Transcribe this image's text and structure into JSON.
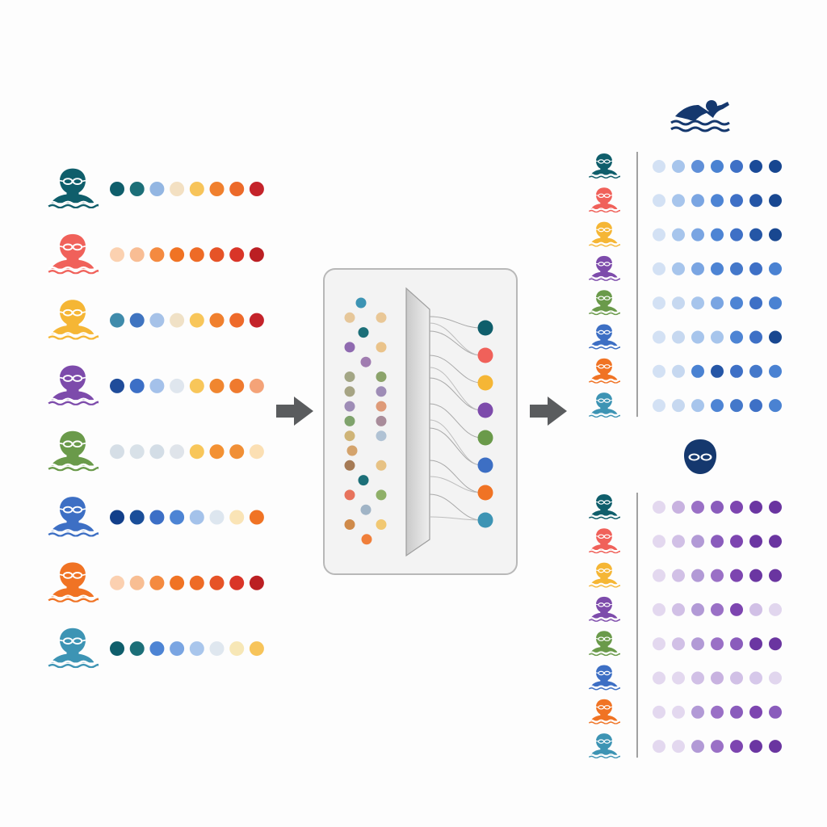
{
  "palette": {
    "teal": "#0f5e6b",
    "coral": "#f0615a",
    "gold": "#f5b635",
    "violet": "#7d4bab",
    "green": "#6a9a4a",
    "blue": "#3d6fc4",
    "orange": "#f07324",
    "cyan": "#3d94b4",
    "arrow": "#5a5c5e",
    "navy": "#15386e",
    "panel_bg": "#f3f3f3",
    "panel_border": "#b8b8b8"
  },
  "input": {
    "swimmers": [
      {
        "icon": "swimmer-avatar-icon",
        "color": "teal",
        "dots": [
          "#0f5e6b",
          "#1c6f78",
          "#93b6e2",
          "#f3e0c2",
          "#f7c45a",
          "#f0802e",
          "#ec6a2a",
          "#c4232a"
        ]
      },
      {
        "icon": "swimmer-avatar-icon",
        "color": "coral",
        "dots": [
          "#fbd1b0",
          "#f8bd94",
          "#f48a40",
          "#f07324",
          "#ee6b26",
          "#e65327",
          "#d93528",
          "#bb1f23"
        ]
      },
      {
        "icon": "swimmer-avatar-icon",
        "color": "gold",
        "dots": [
          "#3f8bab",
          "#3f74c0",
          "#a6c2e8",
          "#f0e1c6",
          "#f8c65a",
          "#f0802e",
          "#ee6a2a",
          "#c4232a"
        ]
      },
      {
        "icon": "swimmer-avatar-icon",
        "color": "violet",
        "dots": [
          "#1f4c9a",
          "#3c6fc6",
          "#a4c1ea",
          "#dfe6ee",
          "#f8c65a",
          "#f0862f",
          "#ef7a2e",
          "#f4a378"
        ]
      },
      {
        "icon": "swimmer-avatar-icon",
        "color": "green",
        "dots": [
          "#d5dee6",
          "#d8e1e8",
          "#d3dde6",
          "#dfe4ea",
          "#f8c65a",
          "#f39133",
          "#f08f36",
          "#fbdfb3"
        ]
      },
      {
        "icon": "swimmer-avatar-icon",
        "color": "blue",
        "dots": [
          "#123f8a",
          "#1a4e99",
          "#3c6fc6",
          "#4d84d4",
          "#a4c2ea",
          "#dde6ef",
          "#fae4b6",
          "#f07324"
        ]
      },
      {
        "icon": "swimmer-avatar-icon",
        "color": "orange",
        "dots": [
          "#fbd0b0",
          "#f8be93",
          "#f48a40",
          "#f07324",
          "#ee6b26",
          "#e65327",
          "#d93528",
          "#bb1f23"
        ]
      },
      {
        "icon": "swimmer-avatar-icon",
        "color": "cyan",
        "dots": [
          "#0f5e6b",
          "#1c6f78",
          "#4d84d4",
          "#7aa5e2",
          "#a9c6ec",
          "#dfe7ef",
          "#f7e7b6",
          "#f7c45a"
        ]
      }
    ]
  },
  "model": {
    "left_dots": [
      [
        "#3d94b4"
      ],
      [
        "#e6c79a",
        "#e9c796"
      ],
      [
        "#1c6f78"
      ],
      [
        "#8f6ab0",
        "#eac38a"
      ],
      [
        "#a07cb0"
      ],
      [
        "#a3a685",
        "#8ba36a"
      ],
      [
        "#a6a484",
        "#9e8cb6"
      ],
      [
        "#9e8cb6",
        "#de9a78"
      ],
      [
        "#7fa36c",
        "#a98c9a"
      ],
      [
        "#cfb477",
        "#b0c2d4"
      ],
      [
        "#d4a36c"
      ],
      [
        "#a57a55",
        "#e7c284"
      ],
      [
        "#1c6f78"
      ],
      [
        "#e7735c",
        "#8fb068"
      ],
      [
        "#a0b4c6"
      ],
      [
        "#cf8a4a",
        "#f1c872"
      ],
      [
        "#f07f3a"
      ]
    ],
    "outputs": [
      "teal",
      "coral",
      "gold",
      "violet",
      "green",
      "blue",
      "orange",
      "cyan"
    ]
  },
  "groups": [
    {
      "header_icon": "swimming-icon",
      "rows": [
        [
          "#d3e1f4",
          "#a7c5ec",
          "#5f8fd8",
          "#4a82d2",
          "#3e70c6",
          "#1a4a98",
          "#174690"
        ],
        [
          "#d3e1f4",
          "#a7c5ec",
          "#7aa5e2",
          "#4d84d4",
          "#3e70c6",
          "#2556a6",
          "#184790"
        ],
        [
          "#d3e1f4",
          "#a7c5ec",
          "#7aa5e2",
          "#4d84d4",
          "#3e70c6",
          "#2556a6",
          "#184790"
        ],
        [
          "#d3e1f4",
          "#a7c5ec",
          "#7aa5e2",
          "#4d84d4",
          "#4478ca",
          "#3e70c6",
          "#4a82d2"
        ],
        [
          "#d3e1f4",
          "#c6d8f0",
          "#a7c5ec",
          "#7aa5e2",
          "#4d84d4",
          "#3e70c6",
          "#4a82d2"
        ],
        [
          "#d3e1f4",
          "#c6d8f0",
          "#a7c5ec",
          "#a7c5ec",
          "#4d84d4",
          "#3e70c6",
          "#184790"
        ],
        [
          "#d3e1f4",
          "#c6d8f0",
          "#4a82d2",
          "#2556a6",
          "#3e70c6",
          "#4478ca",
          "#4a82d2"
        ],
        [
          "#d3e1f4",
          "#c6d8f0",
          "#a7c5ec",
          "#4d84d4",
          "#4478ca",
          "#3e70c6",
          "#4a82d2"
        ]
      ]
    },
    {
      "header_icon": "swimmer-head-icon",
      "rows": [
        [
          "#e3d8ef",
          "#c8b2e0",
          "#9a70c6",
          "#8a5cbc",
          "#7d45b0",
          "#6b36a2",
          "#6a35a0"
        ],
        [
          "#e3d8ef",
          "#d1c0e6",
          "#b29ad6",
          "#8a5cbc",
          "#7d45b0",
          "#6b36a2",
          "#6a35a0"
        ],
        [
          "#e3d8ef",
          "#d1c0e6",
          "#b29ad6",
          "#9a70c6",
          "#7d45b0",
          "#6b36a2",
          "#6a35a0"
        ],
        [
          "#e3d8ef",
          "#d1c0e6",
          "#b29ad6",
          "#9a70c6",
          "#7d45b0",
          "#d1c0e6",
          "#e1d6ee"
        ],
        [
          "#e3d8ef",
          "#d1c0e6",
          "#b29ad6",
          "#9a70c6",
          "#8a5cbc",
          "#6b36a2",
          "#6a35a0"
        ],
        [
          "#e3d8ef",
          "#e3d8ef",
          "#d1c0e6",
          "#c8b2e0",
          "#d1c0e6",
          "#d6c8ea",
          "#e1d6ee"
        ],
        [
          "#e3d8ef",
          "#e3d8ef",
          "#b29ad6",
          "#9a70c6",
          "#8a5cbc",
          "#7d45b0",
          "#8a5cbc"
        ],
        [
          "#e3d8ef",
          "#e3d8ef",
          "#b29ad6",
          "#9a70c6",
          "#7d45b0",
          "#6b36a2",
          "#6a35a0"
        ]
      ]
    }
  ]
}
